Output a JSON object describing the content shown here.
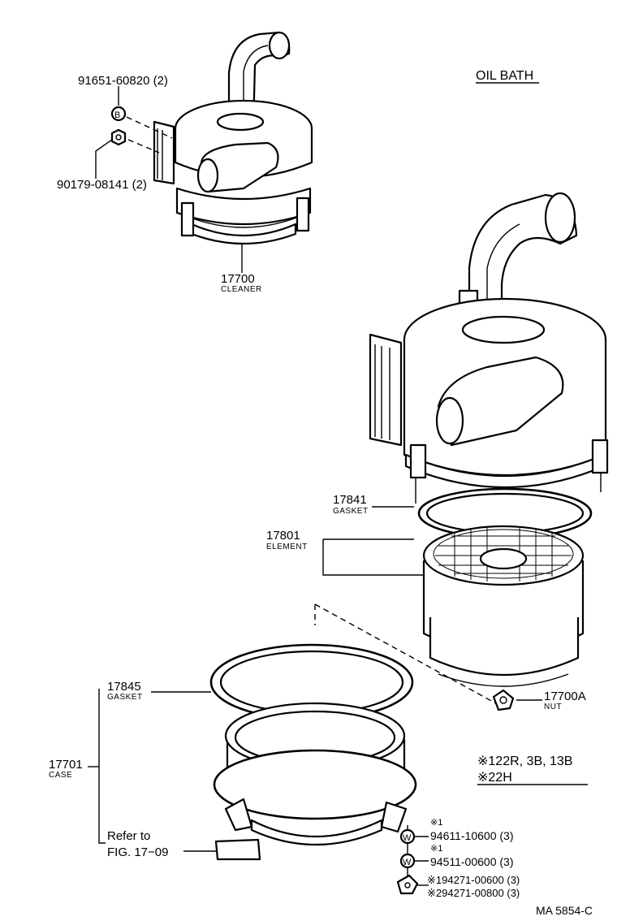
{
  "title": "OIL BATH",
  "figure_code": "MA 5854-C",
  "parts": {
    "bolt": {
      "number": "91651-60820 (2)",
      "symbol": "B"
    },
    "nut_small": {
      "number": "90179-08141 (2)"
    },
    "cleaner": {
      "number": "17700",
      "name": "CLEANER"
    },
    "gasket_upper": {
      "number": "17841",
      "name": "GASKET"
    },
    "element": {
      "number": "17801",
      "name": "ELEMENT"
    },
    "gasket_lower": {
      "number": "17845",
      "name": "GASKET"
    },
    "case": {
      "number": "17701",
      "name": "CASE"
    },
    "wing_nut": {
      "number": "17700A",
      "name": "NUT"
    },
    "washer_1": {
      "note": "※1",
      "number": "94611-10600 (3)",
      "symbol": "W"
    },
    "washer_2": {
      "note": "※1",
      "number": "94511-00600 (3)",
      "symbol": "W"
    },
    "wing_bolt_1": {
      "number": "※194271-00600 (3)"
    },
    "wing_bolt_2": {
      "number": "※294271-00800 (3)"
    }
  },
  "refer": {
    "line1": "Refer to",
    "line2": "FIG. 17−09"
  },
  "legend": {
    "line1": "※122R, 3B, 13B",
    "line2": "※22H"
  }
}
